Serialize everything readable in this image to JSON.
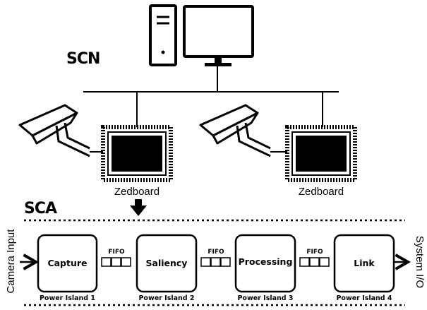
{
  "labels": {
    "scn": "SCN",
    "sca": "SCA",
    "zedboard_1": "Zedboard",
    "zedboard_2": "Zedboard",
    "camera_input": "Camera Input",
    "system_io": "System I/O"
  },
  "pipeline": {
    "blocks": [
      {
        "label": "Capture",
        "island": "Power Island 1"
      },
      {
        "label": "Saliency",
        "island": "Power Island 2"
      },
      {
        "label": "Processing",
        "island": "Power Island 3"
      },
      {
        "label": "Link",
        "island": "Power Island 4"
      }
    ],
    "fifos": [
      {
        "label": "FIFO"
      },
      {
        "label": "FIFO"
      },
      {
        "label": "FIFO"
      }
    ]
  },
  "colors": {
    "stroke": "#000000",
    "background": "#ffffff"
  }
}
